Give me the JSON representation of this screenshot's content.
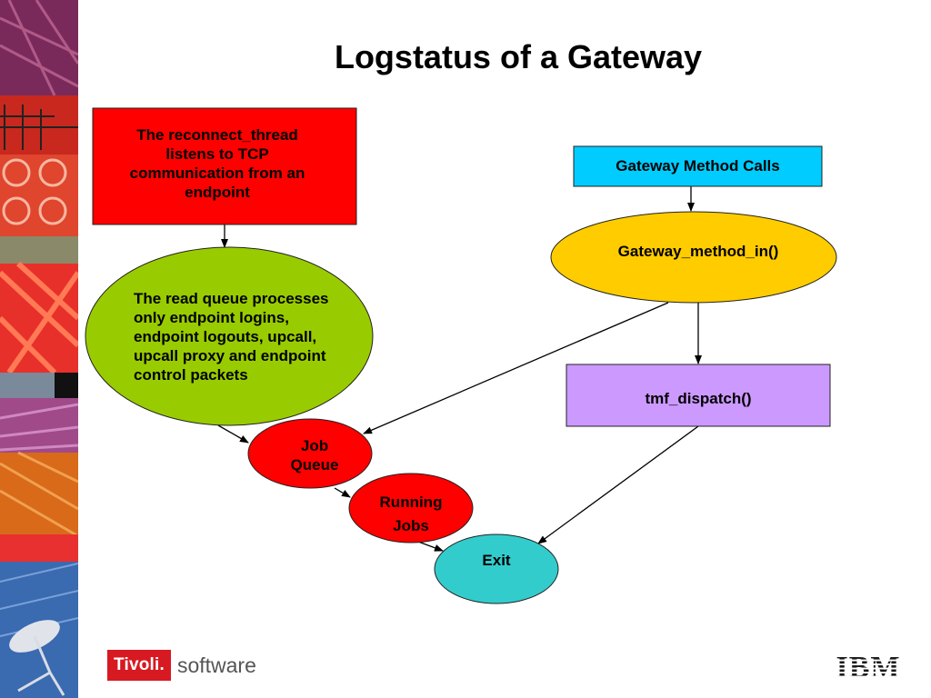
{
  "slide": {
    "title": "Logstatus of a Gateway"
  },
  "diagram": {
    "nodes": {
      "reconnect_thread": {
        "text": "The reconnect_thread listens to TCP communication from an endpoint",
        "shape": "rectangle",
        "fill": "#ff0000"
      },
      "read_queue": {
        "text": "The read queue processes only endpoint logins, endpoint logouts, upcall, upcall proxy and endpoint control packets",
        "shape": "ellipse",
        "fill": "#99cc00"
      },
      "job_queue": {
        "text": "Job Queue",
        "shape": "ellipse",
        "fill": "#ff0000"
      },
      "running_jobs": {
        "text": "Running Jobs",
        "shape": "ellipse",
        "fill": "#ff0000"
      },
      "exit": {
        "text": "Exit",
        "shape": "ellipse",
        "fill": "#33cccc"
      },
      "gateway_method_calls": {
        "text": "Gateway Method Calls",
        "shape": "rectangle",
        "fill": "#00ccff"
      },
      "gateway_method_in": {
        "text": "Gateway_method_in()",
        "shape": "ellipse",
        "fill": "#ffcc00"
      },
      "tmf_dispatch": {
        "text": "tmf_dispatch()",
        "shape": "rectangle",
        "fill": "#cc99ff"
      }
    },
    "edges": [
      {
        "from": "reconnect_thread",
        "to": "read_queue"
      },
      {
        "from": "read_queue",
        "to": "job_queue"
      },
      {
        "from": "job_queue",
        "to": "running_jobs"
      },
      {
        "from": "running_jobs",
        "to": "exit"
      },
      {
        "from": "gateway_method_calls",
        "to": "gateway_method_in"
      },
      {
        "from": "gateway_method_in",
        "to": "job_queue"
      },
      {
        "from": "gateway_method_in",
        "to": "tmf_dispatch"
      },
      {
        "from": "tmf_dispatch",
        "to": "exit"
      }
    ]
  },
  "footer": {
    "tivoli_brand": "Tivoli.",
    "tivoli_product": "software",
    "ibm_logo": "IBM"
  },
  "colors": {
    "title": "#000000",
    "arrow": "#000000",
    "tivoli_red": "#d71921"
  }
}
